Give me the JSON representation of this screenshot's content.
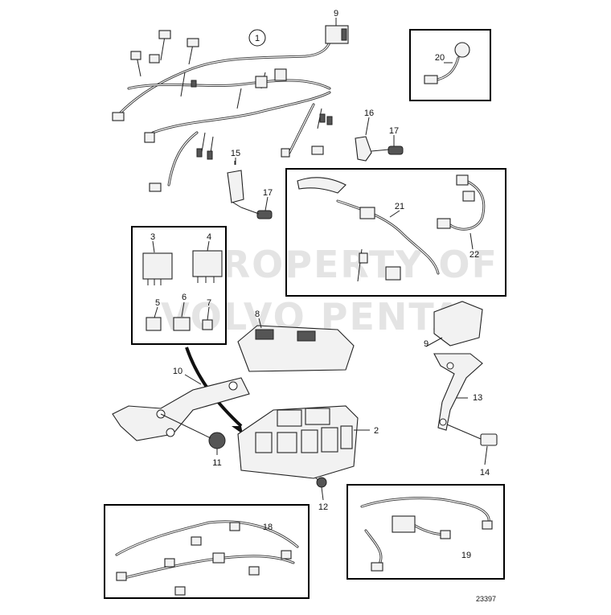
{
  "diagram": {
    "labels": {
      "l1": "1",
      "l2": "2",
      "l3": "3",
      "l4": "4",
      "l5": "5",
      "l6": "6",
      "l7": "7",
      "l8": "8",
      "l9a": "9",
      "l9b": "9",
      "l10": "10",
      "l11": "11",
      "l12": "12",
      "l13": "13",
      "l14": "14",
      "l15": "15",
      "l16": "16",
      "l17a": "17",
      "l17b": "17",
      "l18": "18",
      "l19": "19",
      "l20": "20",
      "l21": "21",
      "l22": "22"
    },
    "drawing_number": "23397",
    "watermark": {
      "line1": "PROPERTY OF",
      "line2": "VOLVO PENTA"
    }
  }
}
